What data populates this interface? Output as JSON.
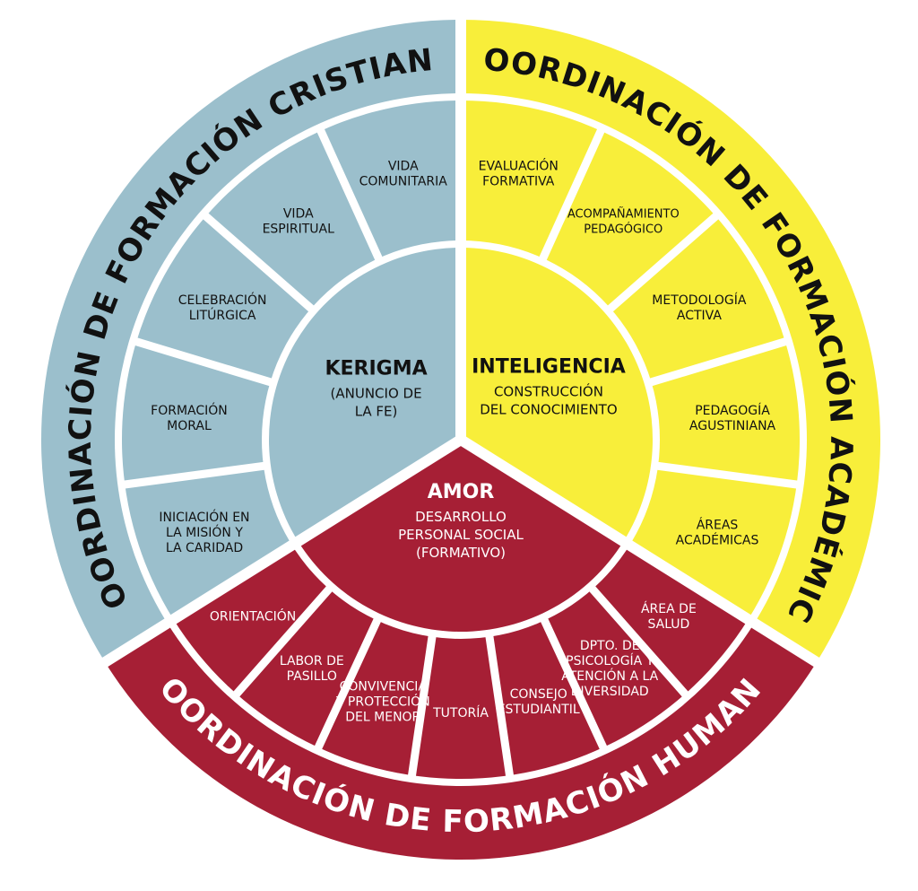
{
  "colors": {
    "blue": "#9bbfcc",
    "yellow": "#f8ee3a",
    "red": "#a61f35",
    "divider": "#ffffff",
    "dark_text": "#111111",
    "light_text": "#ffffff"
  },
  "sections": {
    "cristiana": {
      "title": "COORDINACIÓN DE FORMACIÓN CRISTIANA",
      "core_title": "KERIGMA",
      "core_sub": [
        "(ANUNCIO DE",
        "LA FE)"
      ],
      "items": [
        [
          "INICIACIÓN EN",
          "LA MISIÓN Y",
          "LA CARIDAD"
        ],
        [
          "FORMACIÓN",
          "MORAL"
        ],
        [
          "CELEBRACIÓN",
          "LITÚRGICA"
        ],
        [
          "VIDA",
          "ESPIRITUAL"
        ],
        [
          "VIDA",
          "COMUNITARIA"
        ]
      ]
    },
    "academica": {
      "title": "COORDINACIÓN DE FORMACIÓN ACADÉMICA",
      "core_title": "INTELIGENCIA",
      "core_sub": [
        "CONSTRUCCIÓN",
        "DEL CONOCIMIENTO"
      ],
      "items": [
        [
          "EVALUACIÓN",
          "FORMATIVA"
        ],
        [
          "ACOMPAÑAMIENTO",
          "PEDAGÓGICO"
        ],
        [
          "METODOLOGÍA",
          "ACTIVA"
        ],
        [
          "PEDAGOGÍA",
          "AGUSTINIANA"
        ],
        [
          "ÁREAS",
          "ACADÉMICAS"
        ]
      ]
    },
    "humana": {
      "title": "COORDINACIÓN DE FORMACIÓN HUMANA",
      "core_title": "AMOR",
      "core_sub": [
        "DESARROLLO",
        "PERSONAL SOCIAL",
        "(FORMATIVO)"
      ],
      "items": [
        [
          "ÁREA DE",
          "SALUD"
        ],
        [
          "DPTO. DE",
          "PSICOLOGÍA Y",
          "ATENCIÓN A LA",
          "DIVERSIDAD"
        ],
        [
          "CONSEJO",
          "ESTUDIANTIL"
        ],
        [
          "TUTORÍA"
        ],
        [
          "CONVIVENCIA",
          "Y PROTECCIÓN",
          "DEL MENOR"
        ],
        [
          "LABOR DE",
          "PASILLO"
        ],
        [
          "ORIENTACIÓN"
        ]
      ]
    }
  }
}
